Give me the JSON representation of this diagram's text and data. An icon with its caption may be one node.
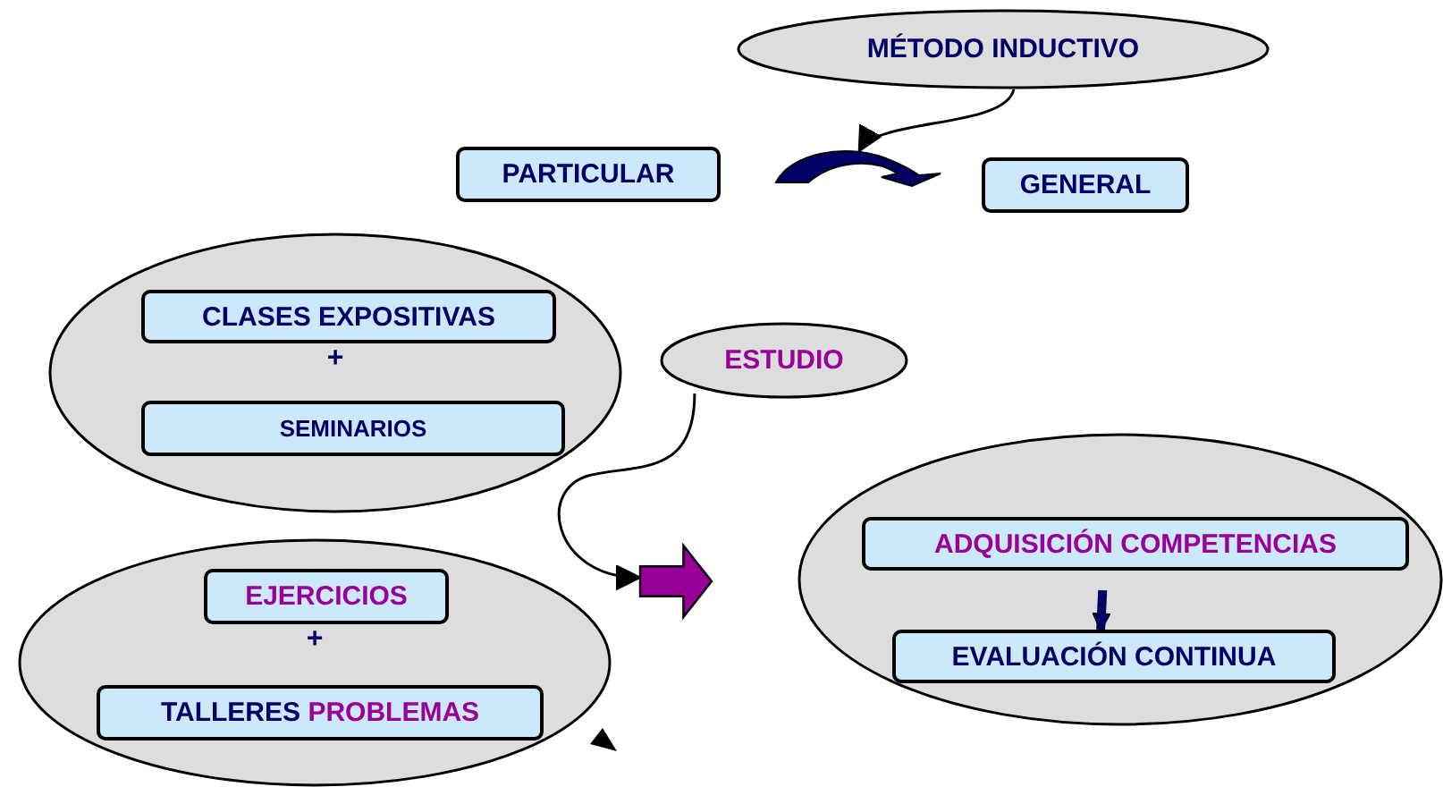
{
  "diagram": {
    "nodes": [
      {
        "text": [
          "MÉTODO INDUCTIVO"
        ]
      },
      {
        "text": [
          "PARTICULAR"
        ]
      },
      {
        "text": [],
        "shape": "arrow"
      },
      {
        "text": [
          "GENERAL"
        ]
      },
      {
        "text": [
          "+"
        ]
      },
      {
        "text": [
          "CLASES EXPOSITIVAS"
        ],
        "in": 4
      },
      {
        "text": [
          "SEMINARIOS"
        ],
        "in": 4
      },
      {
        "text": [
          "ESTUDIO"
        ]
      },
      {
        "text": [
          "+"
        ]
      },
      {
        "text": [
          "EJERCICIOS"
        ],
        "in": 8
      },
      {
        "text": [
          "TALLERES PROBLEMAS"
        ],
        "in": 8
      },
      {
        "text": [],
        "shape": "arrow"
      },
      {
        "text": [],
        "shape": "ellipse"
      },
      {
        "text": [
          "ADQUISICIÓN COMPETENCIAS"
        ],
        "in": 12
      },
      {
        "text": [
          "EVALUACIÓN CONTINUA"
        ],
        "in": 12
      }
    ],
    "edges": [
      {
        "from": 0,
        "to": 2,
        "arrow": "to"
      },
      {
        "from": 7,
        "to": 11,
        "arrow": "to"
      },
      {
        "from": 13,
        "to": 14,
        "arrow": "to",
        "style": "thick",
        "color": "#000066"
      }
    ]
  }
}
